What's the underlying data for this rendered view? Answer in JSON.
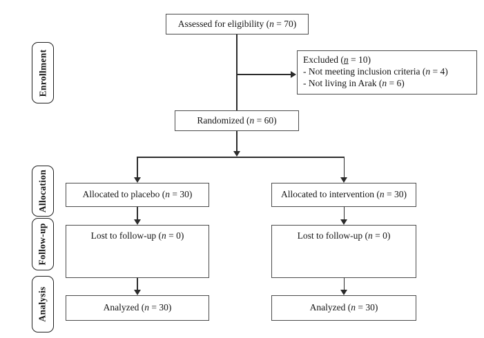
{
  "diagram_type": "consort-flow-diagram",
  "colors": {
    "background": "#ffffff",
    "box_border": "#4a4a4a",
    "stage_border": "#1f1f1f",
    "line": "#2b2b2b",
    "text": "#141414"
  },
  "stages": {
    "enrollment": "Enrollment",
    "allocation": "Allocation",
    "followup": "Follow-up",
    "analysis": "Analysis"
  },
  "boxes": {
    "assessed": {
      "pre": "Assessed for eligibility (",
      "n": "n",
      "post": " = 70)"
    },
    "excluded": {
      "lines": [
        {
          "pre": "Excluded (",
          "n": "n",
          "post": " = 10)"
        },
        {
          "pre": "- Not meeting inclusion criteria (",
          "n": "n",
          "post": " = 4)"
        },
        {
          "pre": "- Not living in Arak (",
          "n": "n",
          "post": " = 6)"
        }
      ]
    },
    "randomized": {
      "pre": "Randomized (",
      "n": "n",
      "post": " = 60)"
    },
    "allocated_placebo": {
      "pre": "Allocated to placebo (",
      "n": "n",
      "post": " = 30)"
    },
    "allocated_intervention": {
      "pre": "Allocated to intervention (",
      "n": "n",
      "post": " = 30)"
    },
    "lost_placebo": {
      "pre": "Lost to follow-up (",
      "n": "n",
      "post": " = 0)"
    },
    "lost_intervention": {
      "pre": "Lost to follow-up (",
      "n": "n",
      "post": " = 0)"
    },
    "analyzed_placebo": {
      "pre": "Analyzed (",
      "n": "n",
      "post": " = 30)"
    },
    "analyzed_intervention": {
      "pre": "Analyzed (",
      "n": "n",
      "post": " = 30)"
    }
  }
}
